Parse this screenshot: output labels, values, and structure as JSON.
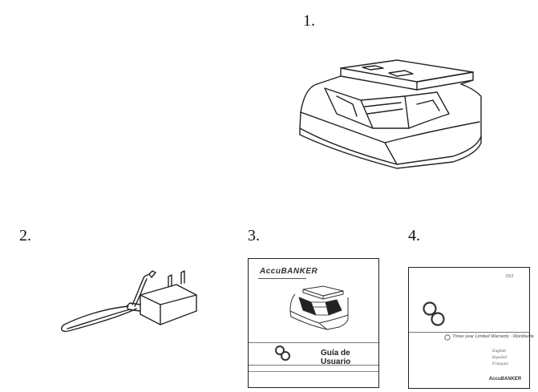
{
  "items": [
    {
      "number": "1.",
      "icon": "currency-detector-device-icon"
    },
    {
      "number": "2.",
      "icon": "power-adapter-icon"
    },
    {
      "number": "3.",
      "icon": "user-guide-booklet-icon"
    },
    {
      "number": "4.",
      "icon": "warranty-booklet-icon"
    }
  ],
  "guide": {
    "brand": "AccuBANKER",
    "title": "Guía de Usuario",
    "logo_icon": "chain-link-logo-icon"
  },
  "warranty": {
    "code": "D63",
    "text": "Three year Limited Warranty · Worldwide",
    "languages": [
      "English",
      "Español",
      "Français"
    ],
    "brand": "AccuBANKER",
    "logo_icon": "chain-link-logo-icon"
  }
}
